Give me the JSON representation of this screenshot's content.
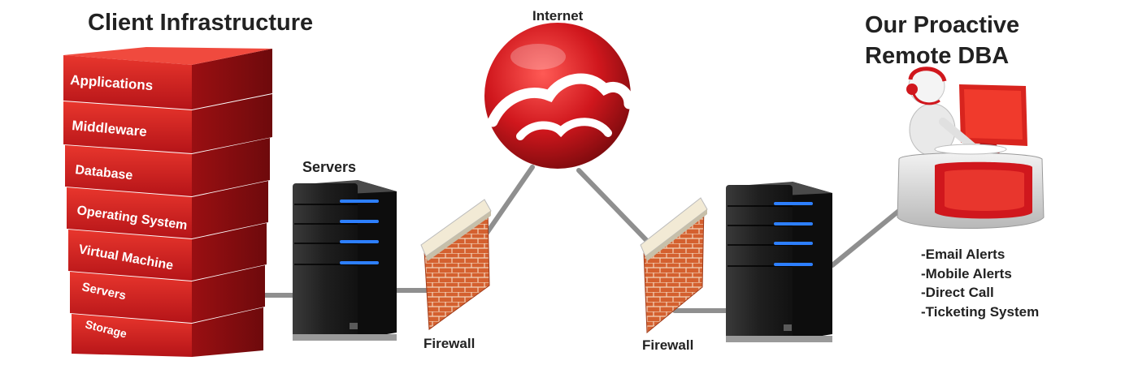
{
  "left_title": "Client Infrastructure",
  "right_title": [
    "Our Proactive",
    "Remote DBA"
  ],
  "stack_layers": [
    "Applications",
    "Middleware",
    "Database",
    "Operating System",
    "Virtual Machine",
    "Servers",
    "Storage"
  ],
  "labels": {
    "servers": "Servers",
    "internet": "Internet",
    "firewall_left": "Firewall",
    "firewall_right": "Firewall"
  },
  "services": [
    "-Email Alerts",
    "-Mobile Alerts",
    "-Direct Call",
    "-Ticketing System"
  ],
  "colors": {
    "brand_red": "#d0171d",
    "dark_red": "#8e0d10",
    "brick": "#cf5a2c",
    "cable": "#8f8f8f",
    "server_body": "#232323",
    "server_led": "#2d7fff"
  }
}
